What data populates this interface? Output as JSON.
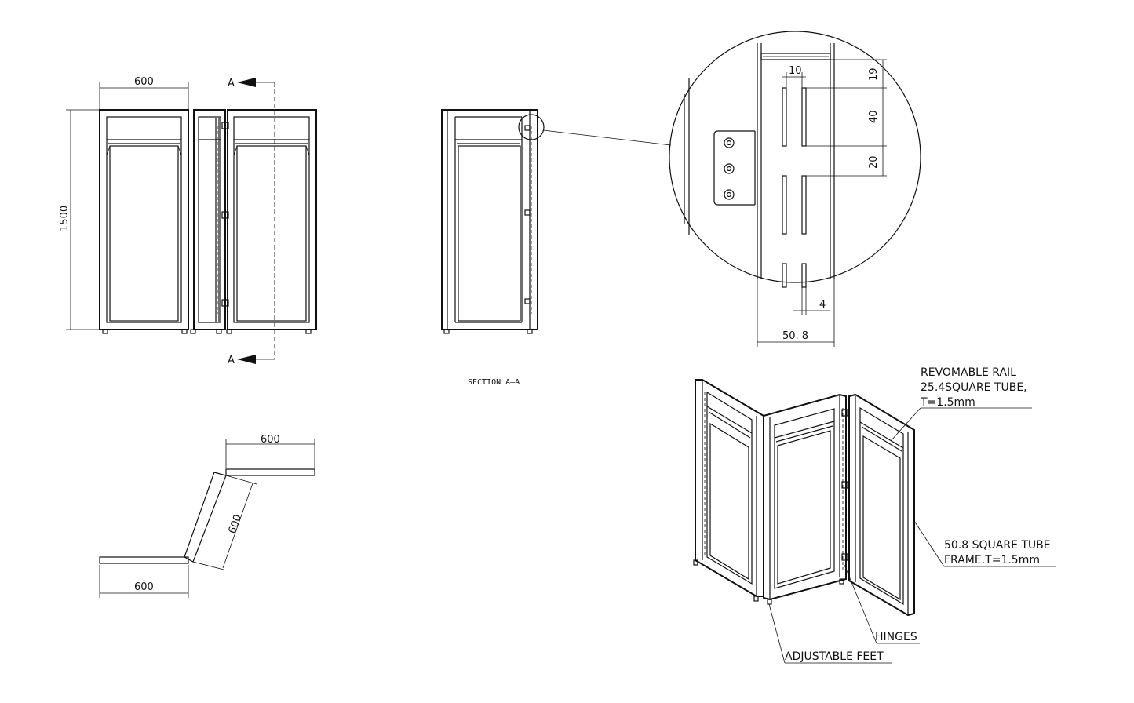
{
  "dims": {
    "front_width": "600",
    "front_height": "1500",
    "detail_10": "10",
    "detail_19": "19",
    "detail_40": "40",
    "detail_20": "20",
    "detail_4": "4",
    "detail_508": "50. 8",
    "plan_top": "600",
    "plan_mid": "600",
    "plan_bottom": "600"
  },
  "section_marker": "A",
  "section_title": "SECTION A—A",
  "labels": {
    "removable_rail": [
      "REVOMABLE RAIL",
      "25.4SQUARE TUBE,",
      "T=1.5mm"
    ],
    "square_tube": [
      "50.8 SQUARE TUBE",
      "FRAME.T=1.5mm"
    ],
    "hinges": "HINGES",
    "feet": "ADJUSTABLE FEET"
  }
}
